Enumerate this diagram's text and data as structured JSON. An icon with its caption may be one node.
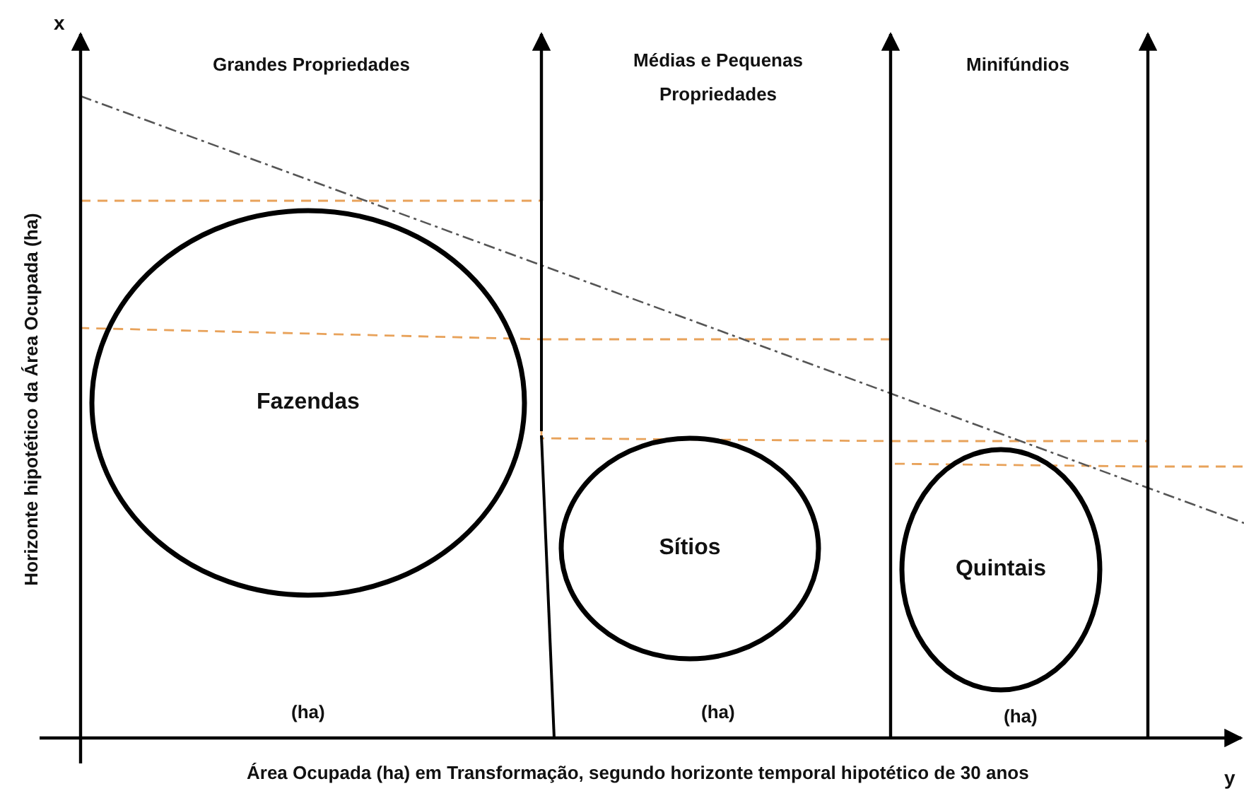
{
  "diagram": {
    "nodes": [
      {
        "text": [
          "Fazendas"
        ]
      },
      {
        "text": [
          "Sítios"
        ]
      },
      {
        "text": [
          "Quintais"
        ]
      }
    ],
    "labels": [
      "x",
      "Horizonte hipotético da Área Ocupada (ha)",
      "Grandes Propriedades",
      "Médias e Pequenas Propriedades",
      "Minifúndios",
      "(ha)",
      "(ha)",
      "(ha)",
      "Área Ocupada (ha) em Transformação, segundo horizonte temporal hipotético de 30 anos",
      "y"
    ]
  }
}
